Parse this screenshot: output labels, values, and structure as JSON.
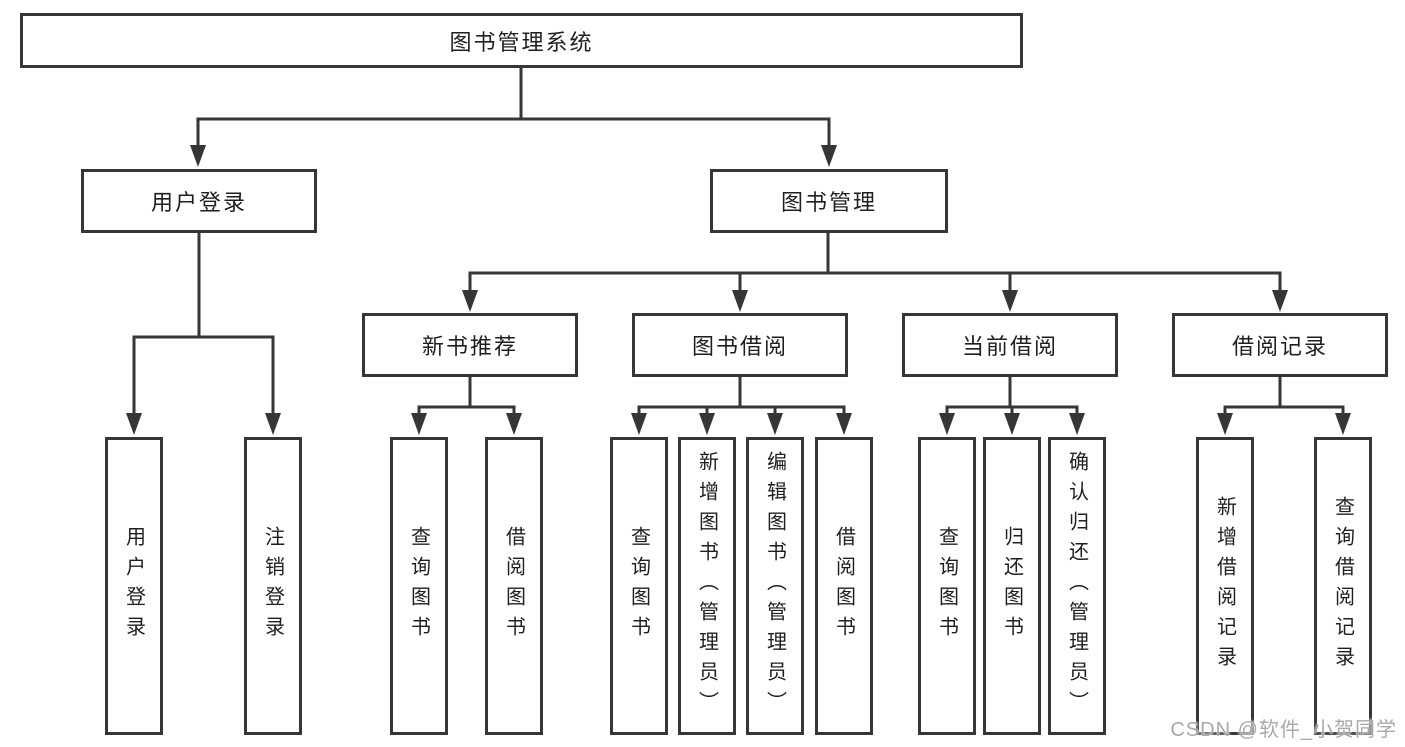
{
  "diagram": {
    "root": "图书管理系统",
    "user_login": {
      "label": "用户登录",
      "children": [
        "用户登录",
        "注销登录"
      ]
    },
    "book_mgmt": {
      "label": "图书管理",
      "groups": [
        {
          "label": "新书推荐",
          "children": [
            "查询图书",
            "借阅图书"
          ]
        },
        {
          "label": "图书借阅",
          "children": [
            "查询图书",
            "新增图书（管理员）",
            "编辑图书（管理员）",
            "借阅图书"
          ]
        },
        {
          "label": "当前借阅",
          "children": [
            "查询图书",
            "归还图书",
            "确认归还（管理员）"
          ]
        },
        {
          "label": "借阅记录",
          "children": [
            "新增借阅记录",
            "查询借阅记录"
          ]
        }
      ]
    }
  },
  "watermark": "CSDN @软件_小贺同学",
  "colors": {
    "line": "#363636",
    "box_border": "#363636",
    "box_background": "#ffffff",
    "text": "#1f1f1f",
    "watermark": "#a9a9a9"
  }
}
